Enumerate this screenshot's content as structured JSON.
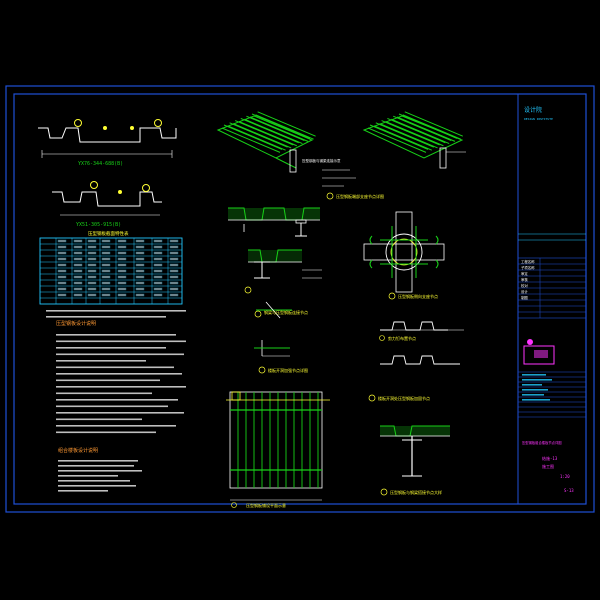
{
  "section_labels": {
    "profile_top": "YX76-344-688(B)",
    "profile_bottom": "YX51-305-915(B)",
    "table_title": "压型钢板截面特性表",
    "notes_title": "压型钢板设计说明",
    "notes2_title": "组合楼板设计说明",
    "iso_note": "压型钢板与钢梁连接示意",
    "detail_a": "压型钢板端部支座节点详图",
    "detail_b": "钢梁与压型钢板连接节点",
    "detail_c": "楼板开洞加强节点详图",
    "detail_d": "压型钢板侧向支座节点",
    "detail_e": "剪力钉布置节点",
    "detail_f": "楼板开洞处压型钢板加固节点",
    "detail_g": "压型钢板与钢梁搭接节点大样",
    "plan_title": "压型钢板铺设平面示意"
  },
  "title_block": {
    "company": "设计院",
    "company_sub": "DESIGN INSTITUTE",
    "drawing_name": "压型钢板组合楼板节点详图",
    "drawing_no": "结施-13",
    "sheet": "S-13",
    "scale": "1:20",
    "stage": "施工图",
    "rows": [
      "工程名称",
      "子项名称",
      "审定",
      "审核",
      "校对",
      "设计",
      "制图"
    ]
  },
  "colors": {
    "frame": "#1f4fd6",
    "table": "#22c8ff",
    "steel": "#18d018",
    "text": "#ffff33",
    "magenta": "#ff33ff",
    "white": "#ffffff"
  }
}
